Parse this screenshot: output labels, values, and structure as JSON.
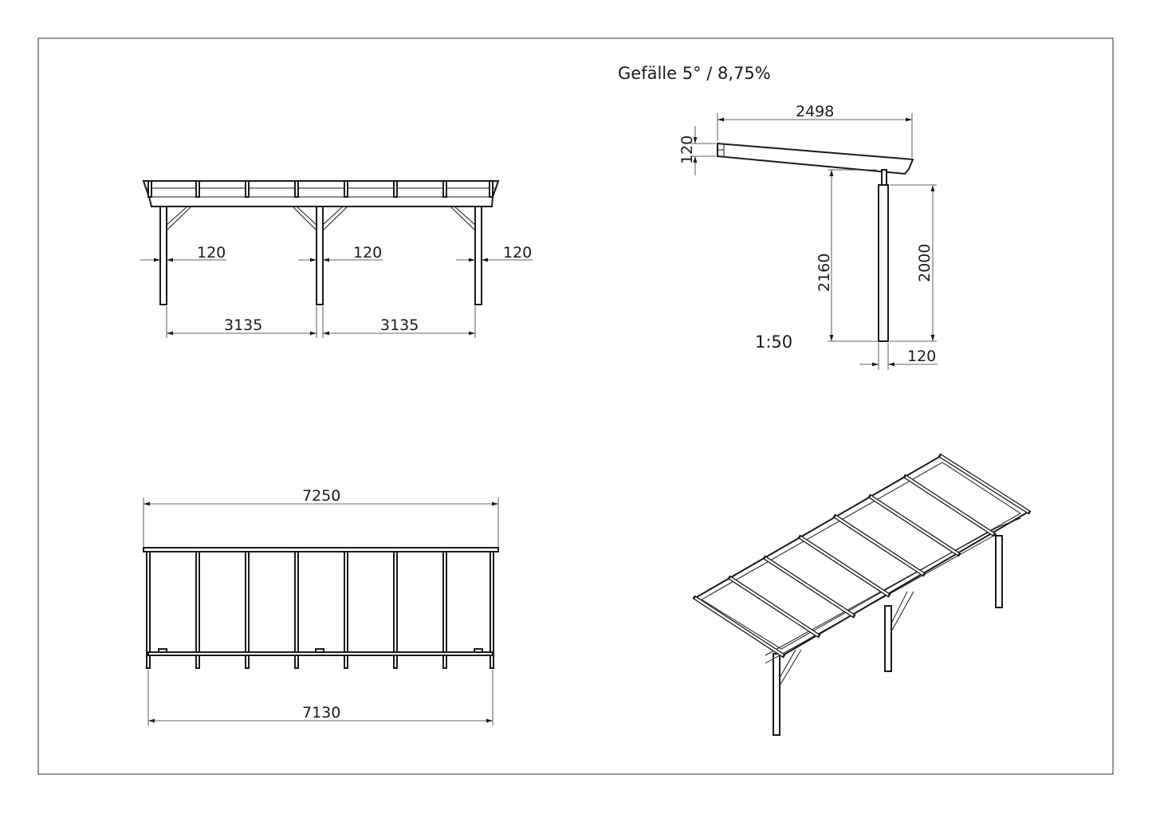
{
  "title": "Gefälle 5° / 8,75%",
  "scale": "1:50",
  "front_view": {
    "post_width_1": "120",
    "post_width_2": "120",
    "post_width_3": "120",
    "span_1": "3135",
    "span_2": "3135"
  },
  "side_view": {
    "depth": "2498",
    "beam_height": "120",
    "height_front": "2160",
    "height_post": "2000",
    "post_width": "120"
  },
  "plan_view": {
    "roof_length": "7250",
    "beam_length": "7130"
  }
}
